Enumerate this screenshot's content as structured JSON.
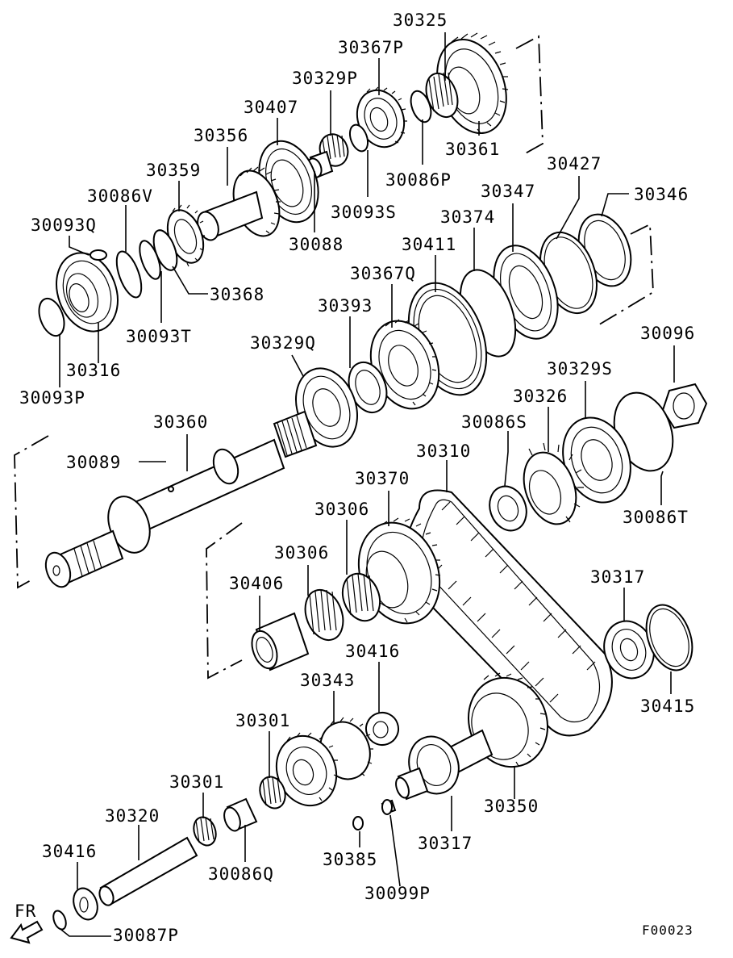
{
  "diagram": {
    "drawing_code": "F00023",
    "direction_label": "FR",
    "part_labels": {
      "p30325": "30325",
      "p30367P": "30367P",
      "p30329P": "30329P",
      "p30407": "30407",
      "p30356": "30356",
      "p30359": "30359",
      "p30086V": "30086V",
      "p30093Q": "30093Q",
      "p30368": "30368",
      "p30093T": "30093T",
      "p30316": "30316",
      "p30093P": "30093P",
      "p30361": "30361",
      "p30086P": "30086P",
      "p30093S": "30093S",
      "p30088": "30088",
      "p30427": "30427",
      "p30346": "30346",
      "p30347": "30347",
      "p30374": "30374",
      "p30411": "30411",
      "p30367Q": "30367Q",
      "p30393": "30393",
      "p30329Q": "30329Q",
      "p30096": "30096",
      "p30329S": "30329S",
      "p30326": "30326",
      "p30086S": "30086S",
      "p30310": "30310",
      "p30360": "30360",
      "p30089": "30089",
      "p30370": "30370",
      "p30306a": "30306",
      "p30306b": "30306",
      "p30406": "30406",
      "p30086T": "30086T",
      "p30317a": "30317",
      "p30415": "30415",
      "p30416a": "30416",
      "p30343": "30343",
      "p30301a": "30301",
      "p30301b": "30301",
      "p30320": "30320",
      "p30416b": "30416",
      "p30086Q": "30086Q",
      "p30385": "30385",
      "p30099P": "30099P",
      "p30317b": "30317",
      "p30350": "30350",
      "p30087P": "30087P"
    }
  }
}
